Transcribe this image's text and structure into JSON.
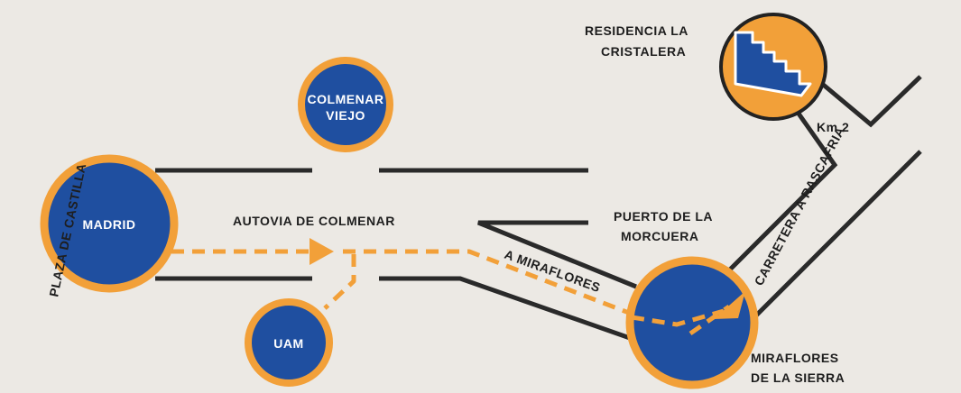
{
  "colors": {
    "background": "#ece9e4",
    "circle_fill": "#1f4fa0",
    "ring": "#f2a039",
    "road": "#2a2a2a",
    "route": "#f2a039",
    "text_dark": "#1e1e1e",
    "text_light": "#ffffff"
  },
  "places": {
    "madrid": "MADRID",
    "colmenar_line1": "COLMENAR",
    "colmenar_line2": "VIEJO",
    "uam": "UAM",
    "residencia_line1": "RESIDENCIA  LA",
    "residencia_line2": "CRISTALERA",
    "puerto_line1": "PUERTO DE LA",
    "puerto_line2": "MORCUERA",
    "miraflores_line1": "MIRAFLORES",
    "miraflores_line2": "DE LA SIERRA"
  },
  "roads": {
    "autovia": "AUTOVIA DE COLMENAR",
    "plaza": "PLAZA DE CASTILLA",
    "a_miraflores": "A MIRAFLORES",
    "carretera": "CARRETERA A RASCAFRIA",
    "km": "Km 2"
  },
  "icons": {
    "residence_building": "building-silhouette-icon",
    "route_arrow": "arrow-icon"
  }
}
